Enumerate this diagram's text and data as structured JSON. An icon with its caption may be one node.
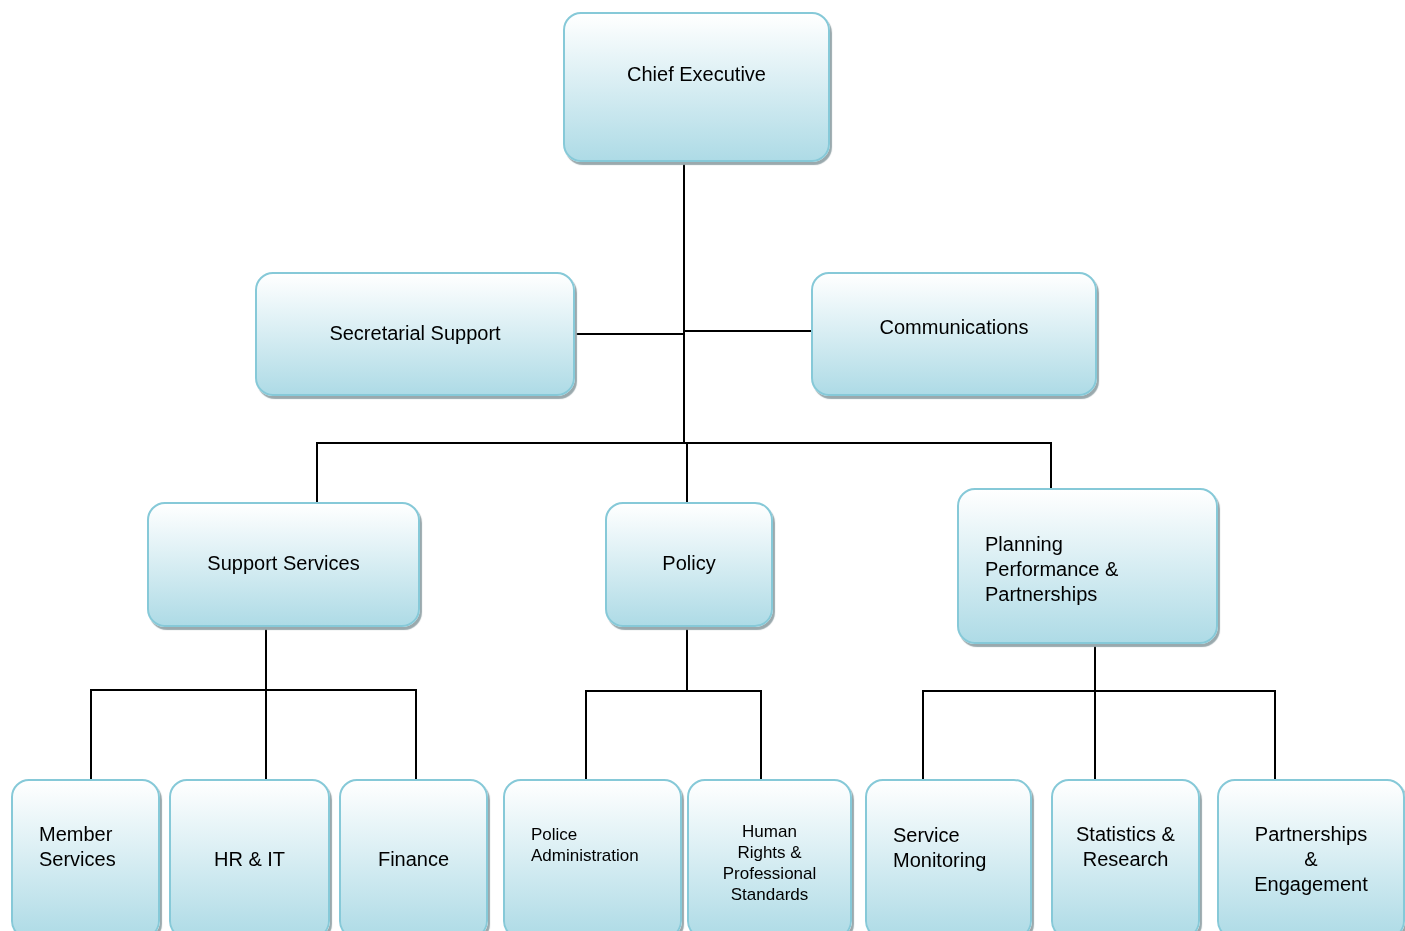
{
  "diagram": {
    "nodes": [
      {
        "text": [
          "Chief Executive"
        ]
      },
      {
        "text": [
          "Secretarial Support"
        ]
      },
      {
        "text": [
          "Communications"
        ]
      },
      {
        "text": [
          "Support Services"
        ]
      },
      {
        "text": [
          "Policy"
        ]
      },
      {
        "text": [
          "Planning Performance & Partnerships"
        ]
      },
      {
        "text": [
          "Member Services"
        ]
      },
      {
        "text": [
          "HR & IT"
        ]
      },
      {
        "text": [
          "Finance"
        ]
      },
      {
        "text": [
          "Police Administration"
        ]
      },
      {
        "text": [
          "Human Rights & Professional Standards"
        ]
      },
      {
        "text": [
          "Service Monitoring"
        ]
      },
      {
        "text": [
          "Statistics & Research"
        ]
      },
      {
        "text": [
          "Partnerships & Engagement"
        ]
      }
    ],
    "edges": [
      {
        "from": 0,
        "to": 1,
        "arrow": "none"
      },
      {
        "from": 0,
        "to": 2,
        "arrow": "none"
      },
      {
        "from": 0,
        "to": 3,
        "arrow": "none"
      },
      {
        "from": 0,
        "to": 4,
        "arrow": "none"
      },
      {
        "from": 0,
        "to": 5,
        "arrow": "none"
      },
      {
        "from": 3,
        "to": 6,
        "arrow": "none"
      },
      {
        "from": 3,
        "to": 7,
        "arrow": "none"
      },
      {
        "from": 3,
        "to": 8,
        "arrow": "none"
      },
      {
        "from": 4,
        "to": 9,
        "arrow": "none"
      },
      {
        "from": 4,
        "to": 10,
        "arrow": "none"
      },
      {
        "from": 5,
        "to": 11,
        "arrow": "none"
      },
      {
        "from": 5,
        "to": 12,
        "arrow": "none"
      },
      {
        "from": 5,
        "to": 13,
        "arrow": "none"
      }
    ]
  }
}
